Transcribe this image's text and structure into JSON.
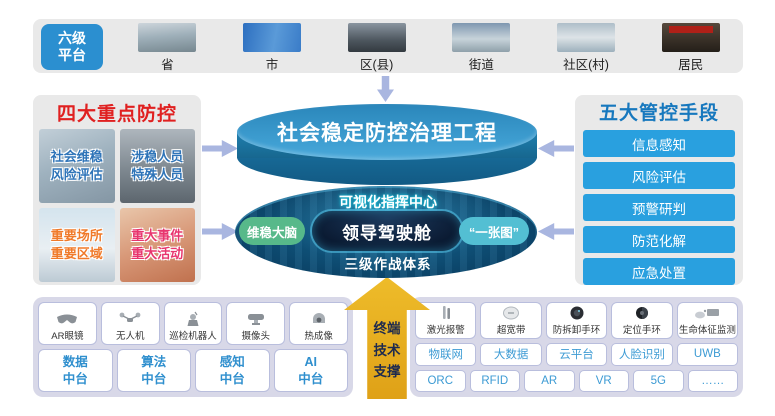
{
  "header": {
    "platform_line1": "六级",
    "platform_line2": "平台",
    "levels": [
      "省",
      "市",
      "区(县)",
      "街道",
      "社区(村)",
      "居民"
    ]
  },
  "left_panel": {
    "title": "四大重点防控",
    "tiles": [
      {
        "line1": "社会维稳",
        "line2": "风险评估",
        "color": "#2e74b8"
      },
      {
        "line1": "涉稳人员",
        "line2": "特殊人员",
        "color": "#2e74b8"
      },
      {
        "line1": "重要场所",
        "line2": "重要区域",
        "color": "#f07a2a"
      },
      {
        "line1": "重大事件",
        "line2": "重大活动",
        "color": "#e8356e"
      }
    ]
  },
  "right_panel": {
    "title": "五大管控手段",
    "items": [
      "信息感知",
      "风险评估",
      "预警研判",
      "防范化解",
      "应急处置"
    ]
  },
  "center": {
    "cylinder_title": "社会稳定防控治理工程",
    "command_center": "可视化指挥中心",
    "brain_pill": "维稳大脑",
    "cockpit": "领导驾驶舱",
    "one_map_pill": "“一张图”",
    "combat_system": "三级作战体系"
  },
  "support_arrow": {
    "line1": "终端",
    "line2": "技术",
    "line3": "支撑"
  },
  "bottom_left": {
    "devices": [
      {
        "label": "AR眼镜",
        "icon": "ar-glasses-icon"
      },
      {
        "label": "无人机",
        "icon": "drone-icon"
      },
      {
        "label": "巡检机器人",
        "icon": "patrol-robot-icon"
      },
      {
        "label": "摄像头",
        "icon": "ptz-camera-icon"
      },
      {
        "label": "热成像",
        "icon": "thermal-camera-icon"
      }
    ],
    "platforms": [
      {
        "line1": "数据",
        "line2": "中台"
      },
      {
        "line1": "算法",
        "line2": "中台"
      },
      {
        "line1": "感知",
        "line2": "中台"
      },
      {
        "line1": "AI",
        "line2": "中台"
      }
    ]
  },
  "bottom_right": {
    "devices": [
      {
        "label": "激光报警",
        "icon": "laser-alarm-icon"
      },
      {
        "label": "超宽带",
        "icon": "uwb-disc-icon"
      },
      {
        "label": "防拆卸手环",
        "icon": "anti-tamper-wristband-icon"
      },
      {
        "label": "定位手环",
        "icon": "positioning-wristband-icon"
      },
      {
        "label": "生命体征监测",
        "icon": "vital-signs-monitor-icon"
      }
    ],
    "tech_row1": [
      "物联网",
      "大数据",
      "云平台",
      "人脸识别",
      "UWB"
    ],
    "tech_row2": [
      "ORC",
      "RFID",
      "AR",
      "VR",
      "5G",
      "……"
    ]
  },
  "colors": {
    "accent_blue": "#2b8fd0",
    "title_red": "#e02020",
    "title_blue": "#1778be",
    "button_blue": "#29a0df",
    "cylinder_blue": "#3f9fd2",
    "ellipse_navy": "#0c466b",
    "pill_green": "#57b98a",
    "pill_teal": "#53bfd3",
    "gold": "#e4a81f",
    "arrow_periwinkle": "#a9b6e0",
    "panel_gray": "#e9e9e9",
    "panel_lavender": "#d8d8e8"
  }
}
